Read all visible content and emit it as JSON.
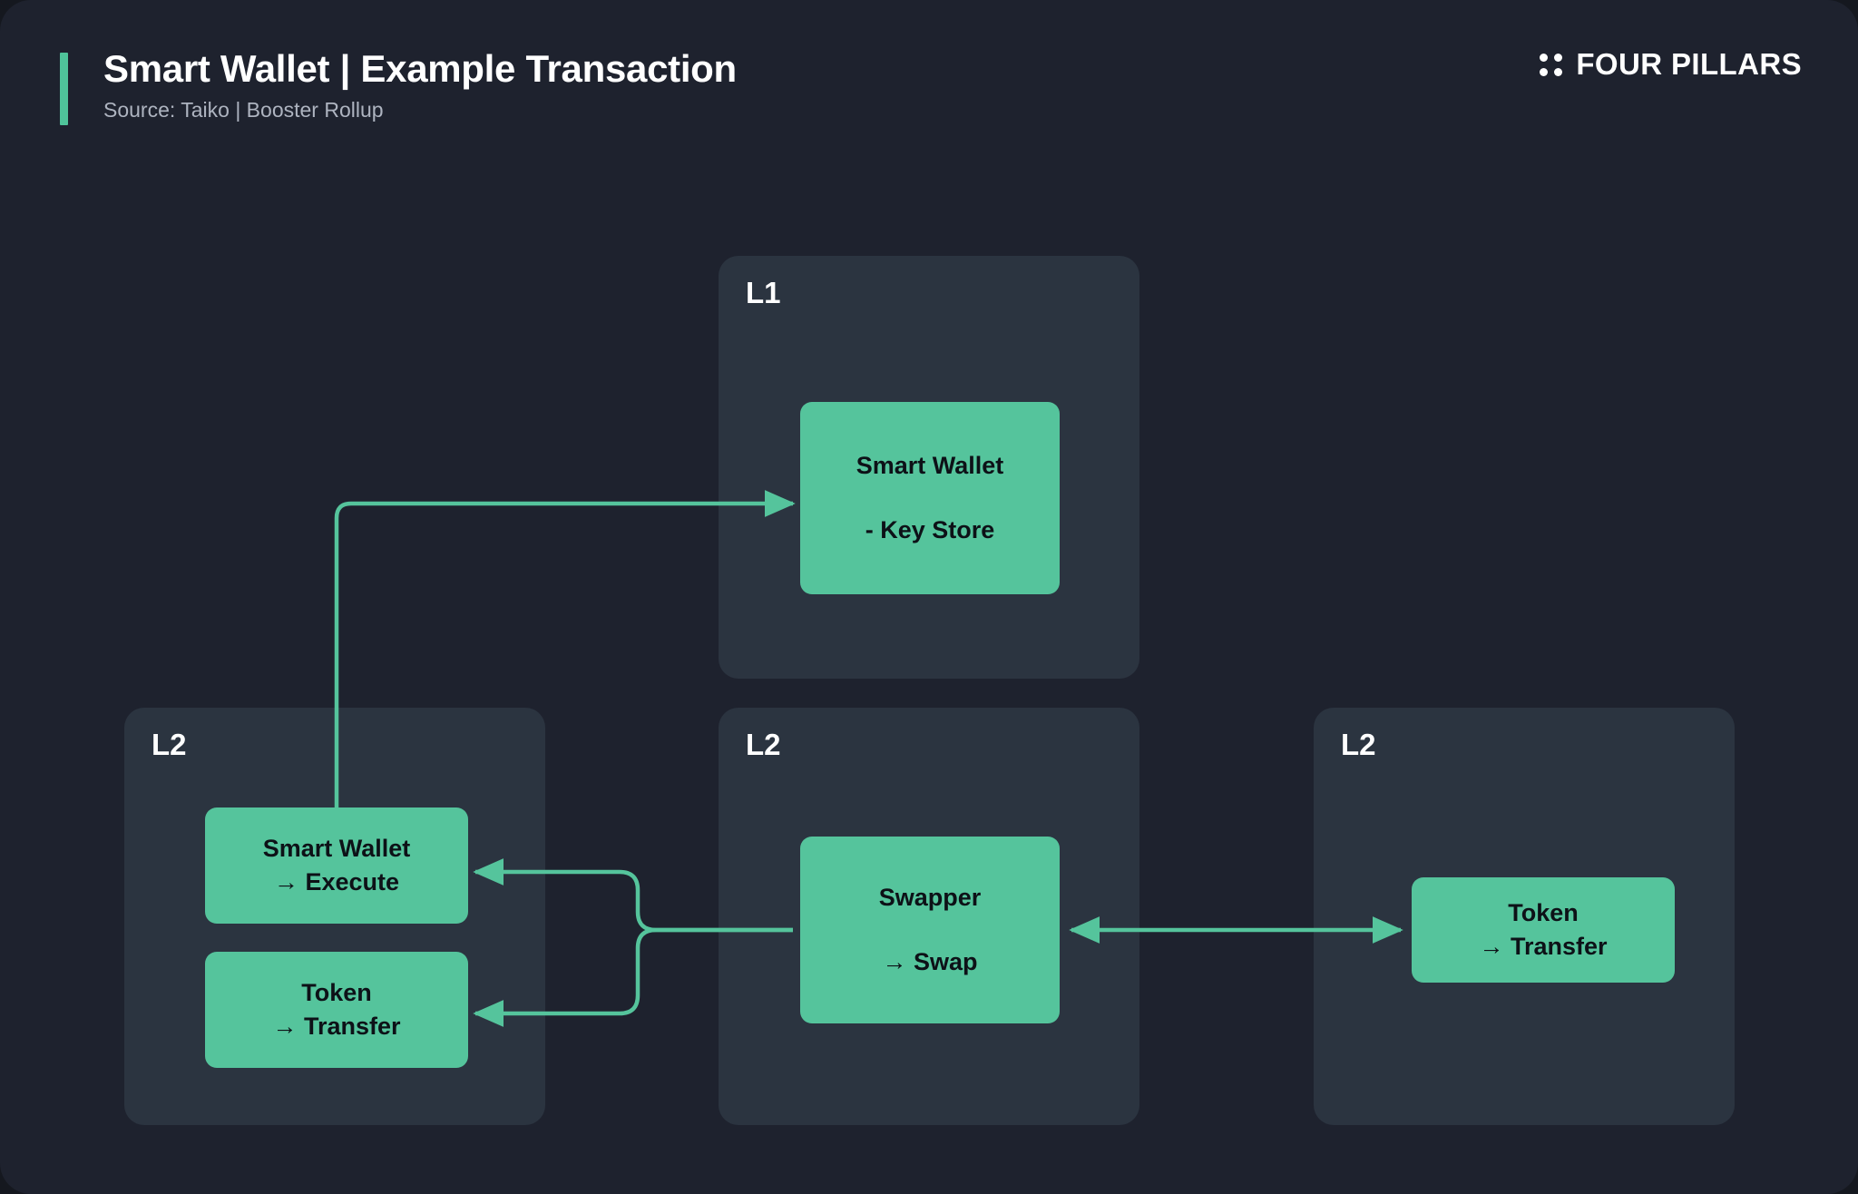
{
  "header": {
    "title": "Smart Wallet | Example Transaction",
    "subtitle": "Source: Taiko | Booster Rollup",
    "brand": "FOUR PILLARS",
    "accent_color": "#4fc49a"
  },
  "theme": {
    "page_background": "#1e222e",
    "panel_background": "#2b3440",
    "node_background": "#55c49c",
    "node_text": "#0d1117",
    "connector_color": "#55c49c",
    "title_color": "#ffffff",
    "subtitle_color": "#aeb4c0"
  },
  "panels": [
    {
      "id": "l1",
      "label": "L1",
      "nodes": [
        {
          "id": "smart-wallet-l1",
          "line1": "Smart Wallet",
          "line2": "- Key Store"
        }
      ]
    },
    {
      "id": "l2-a",
      "label": "L2",
      "nodes": [
        {
          "id": "smart-wallet-execute",
          "line1": "Smart Wallet",
          "line2": "→ Execute"
        },
        {
          "id": "token-transfer-a",
          "line1": "Token",
          "line2": "→ Transfer"
        }
      ]
    },
    {
      "id": "l2-b",
      "label": "L2",
      "nodes": [
        {
          "id": "swapper-swap",
          "line1": "Swapper",
          "line2": "→ Swap"
        }
      ]
    },
    {
      "id": "l2-c",
      "label": "L2",
      "nodes": [
        {
          "id": "token-transfer-c",
          "line1": "Token",
          "line2": "→ Transfer"
        }
      ]
    }
  ],
  "connectors": [
    {
      "id": "exec-to-l1-keystore",
      "from": "smart-wallet-execute",
      "to": "smart-wallet-l1",
      "direction": "one-way"
    },
    {
      "id": "swapper-to-exec",
      "from": "swapper-swap",
      "to": "smart-wallet-execute",
      "direction": "one-way"
    },
    {
      "id": "swapper-to-token-a",
      "from": "swapper-swap",
      "to": "token-transfer-a",
      "direction": "one-way"
    },
    {
      "id": "swapper-to-token-c",
      "from": "swapper-swap",
      "to": "token-transfer-c",
      "direction": "two-way"
    }
  ]
}
